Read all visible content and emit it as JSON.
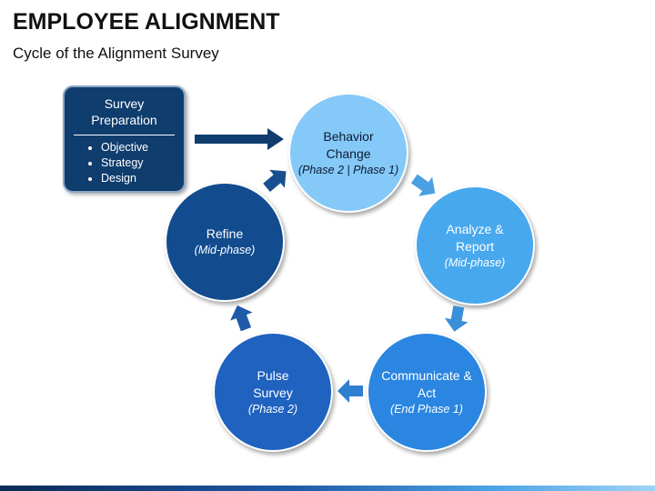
{
  "header": {
    "title": "EMPLOYEE ALIGNMENT",
    "subtitle": "Cycle of the Alignment Survey"
  },
  "prep": {
    "title": "Survey Preparation",
    "items": [
      "Objective",
      "Strategy",
      "Design"
    ]
  },
  "steps": [
    {
      "title": "Behavior Change",
      "phase": "(Phase 2 | Phase 1)",
      "color": "#85c9f8"
    },
    {
      "title": "Analyze & Report",
      "phase": "(Mid-phase)",
      "color": "#48a8ee"
    },
    {
      "title": "Communicate & Act",
      "phase": "(End Phase 1)",
      "color": "#2a86e0"
    },
    {
      "title": "Pulse Survey",
      "phase": "(Phase 2)",
      "color": "#1f62bf"
    },
    {
      "title": "Refine",
      "phase": "(Mid-phase)",
      "color": "#124c8e"
    }
  ],
  "colors": {
    "arrow_main": "#0f3d6e",
    "arrow_light": "#4aa0e0",
    "arrow_mid": "#2f7fd0",
    "arrow_dark": "#1f5aa8"
  }
}
